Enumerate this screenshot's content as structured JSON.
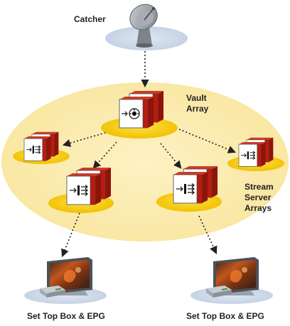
{
  "labels": {
    "catcher": "Catcher",
    "vault_line1": "Vault",
    "vault_line2": "Array",
    "stream_line1": "Stream",
    "stream_line2": "Server",
    "stream_line3": "Arrays",
    "stb_left": "Set Top Box & EPG",
    "stb_right": "Set Top Box & EPG"
  },
  "colors": {
    "background": "#ffffff",
    "ellipse_fill": "#fbeaa7",
    "pad_fill": "#f6c900",
    "server_red": "#b51d10",
    "server_face": "#ffffff",
    "dish_gray": "#8f949a",
    "connector": "#222222",
    "text": "#222222"
  },
  "icons": {
    "catcher": "satellite-dish-icon",
    "vault": "vault-server-icon",
    "stream": "stream-server-icon",
    "client": "tv-settop-icon"
  }
}
